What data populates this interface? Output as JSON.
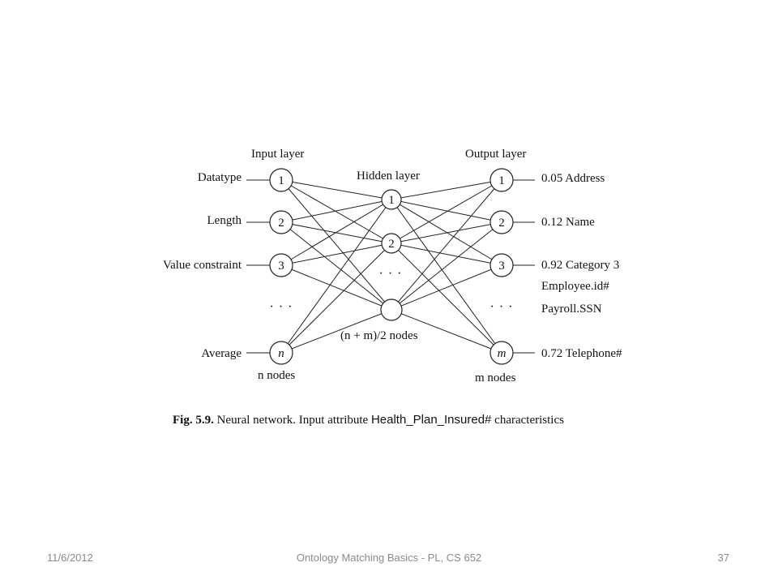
{
  "diagram": {
    "layer_titles": {
      "input": "Input layer",
      "hidden": "Hidden layer",
      "output": "Output layer"
    },
    "input_nodes": [
      "1",
      "2",
      "3",
      "n"
    ],
    "hidden_nodes": [
      "1",
      "2",
      ""
    ],
    "output_nodes": [
      "1",
      "2",
      "3",
      "m"
    ],
    "input_labels": [
      "Datatype",
      "Length",
      "Value constraint",
      "Average"
    ],
    "output_labels": [
      "0.05 Address",
      "0.12 Name",
      "0.92 Category 3",
      "Employee.id#",
      "Payroll.SSN",
      "0.72 Telephone#"
    ],
    "ellipsis": "· · ·",
    "counts": {
      "input": "n nodes",
      "hidden": "(n + m)/2 nodes",
      "output": "m nodes"
    }
  },
  "caption": {
    "prefix": "Fig. 5.9.",
    "text": " Neural network. Input attribute ",
    "attribute": "Health_Plan_Insured#",
    "suffix": " characteristics"
  },
  "footer": {
    "date": "11/6/2012",
    "title": "Ontology Matching Basics - PL, CS 652",
    "page": "37"
  }
}
